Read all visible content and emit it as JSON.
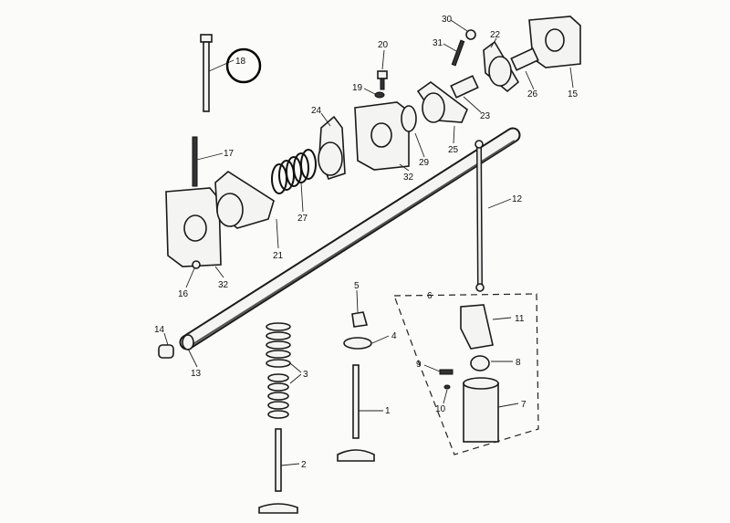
{
  "diagram": {
    "title": "Rocker shaft and valve assembly exploded view",
    "highlighted_part": "18",
    "part_labels": {
      "p1": "1",
      "p2": "2",
      "p3": "3",
      "p4": "4",
      "p5": "5",
      "p6": "6",
      "p7": "7",
      "p8": "8",
      "p9": "9",
      "p10": "10",
      "p11": "11",
      "p12": "12",
      "p13": "13",
      "p14": "14",
      "p15": "15",
      "p16": "16",
      "p17": "17",
      "p18": "18",
      "p19": "19",
      "p20": "20",
      "p21": "21",
      "p22": "22",
      "p23": "23",
      "p24": "24",
      "p25": "25",
      "p26": "26",
      "p27": "27",
      "p29": "29",
      "p30": "30",
      "p31": "31",
      "p32a": "32",
      "p32b": "32"
    }
  }
}
